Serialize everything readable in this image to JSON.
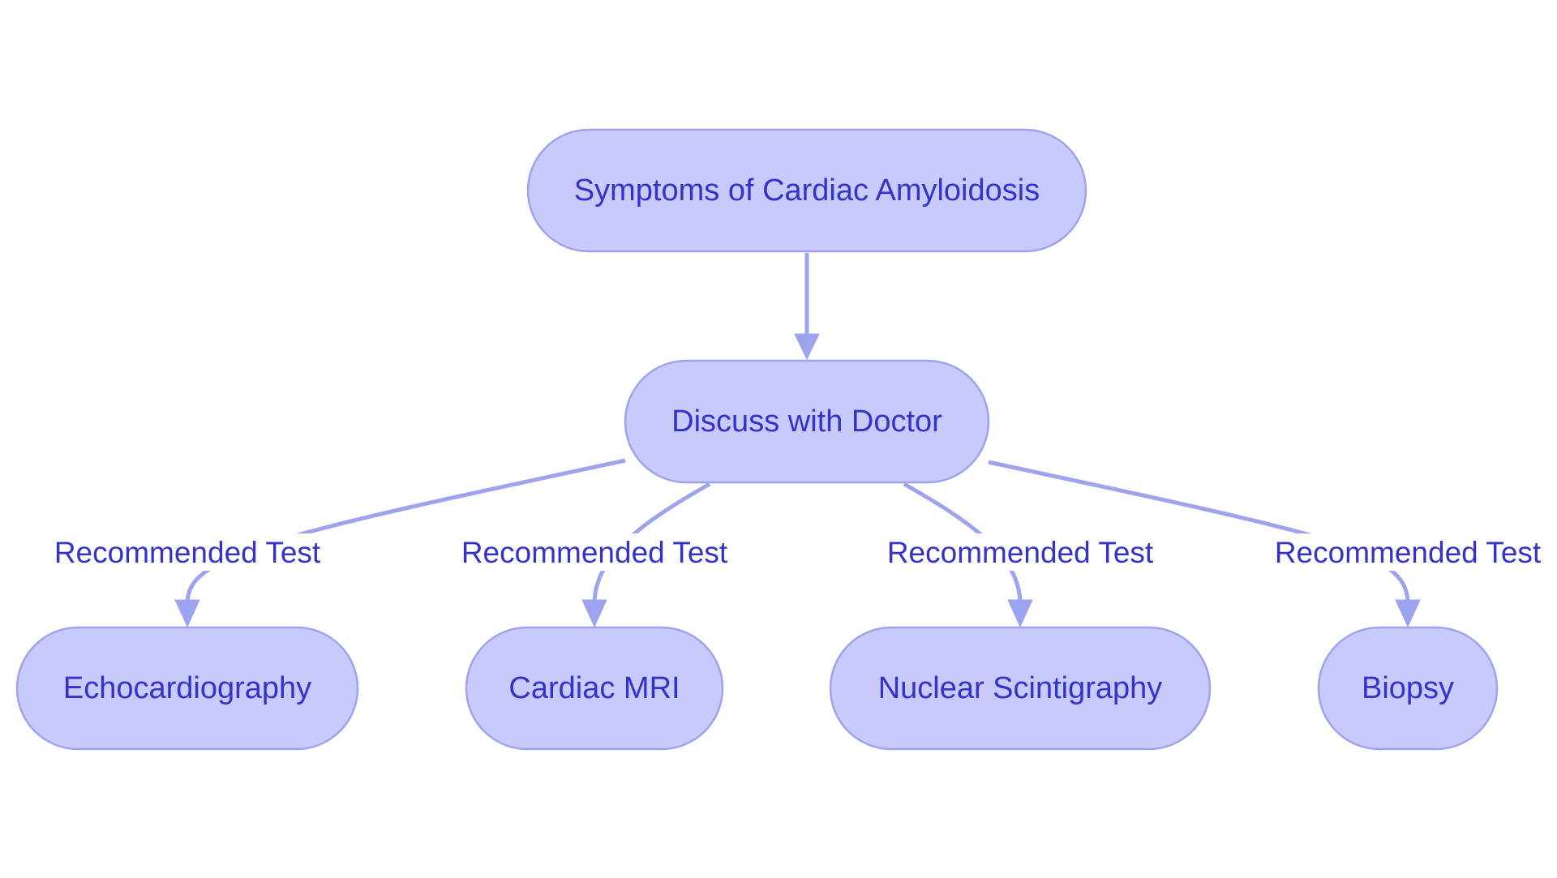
{
  "diagram": {
    "nodes": {
      "symptoms": {
        "label": "Symptoms of Cardiac Amyloidosis"
      },
      "doctor": {
        "label": "Discuss with Doctor"
      },
      "echo": {
        "label": "Echocardiography"
      },
      "mri": {
        "label": "Cardiac MRI"
      },
      "nuclear": {
        "label": "Nuclear Scintigraphy"
      },
      "biopsy": {
        "label": "Biopsy"
      }
    },
    "edges": {
      "symptoms_doctor": {
        "from": "symptoms",
        "to": "doctor",
        "label": ""
      },
      "doctor_echo": {
        "from": "doctor",
        "to": "echo",
        "label": "Recommended Test"
      },
      "doctor_mri": {
        "from": "doctor",
        "to": "mri",
        "label": "Recommended Test"
      },
      "doctor_nuclear": {
        "from": "doctor",
        "to": "nuclear",
        "label": "Recommended Test"
      },
      "doctor_biopsy": {
        "from": "doctor",
        "to": "biopsy",
        "label": "Recommended Test"
      }
    }
  },
  "colors": {
    "node_fill": "#c8cafc",
    "node_stroke": "#9ea3ee",
    "edge": "#9ea3ee",
    "text": "#3333cc",
    "background": "#ffffff"
  }
}
